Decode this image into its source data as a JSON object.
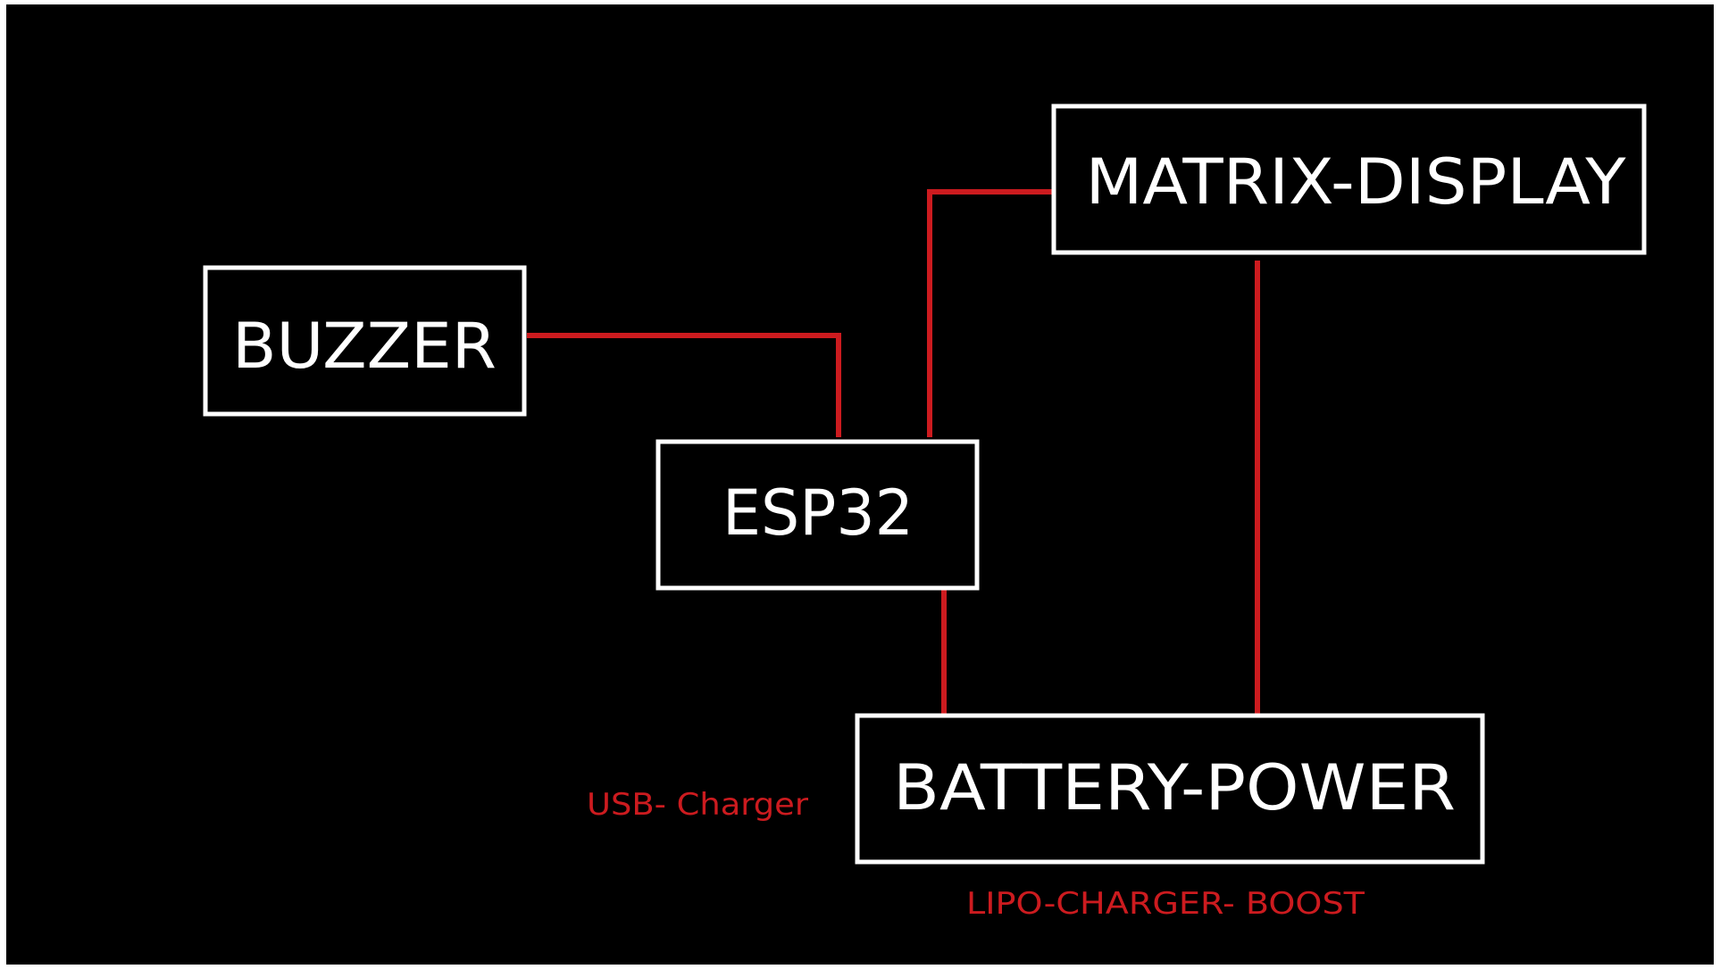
{
  "diagram": {
    "background_color": "#000000",
    "box_color": "#ffffff",
    "wire_color": "#cc1b1f",
    "nodes": {
      "buzzer": "BUZZER",
      "esp32": "ESP32",
      "matrix_display": "MATRIX-DISPLAY",
      "battery_power": "BATTERY-POWER"
    },
    "notes": {
      "usb_charger": "USB- Charger",
      "lipo_charger_boost": "LIPO-CHARGER- BOOST"
    },
    "connections": [
      {
        "from": "buzzer",
        "to": "esp32"
      },
      {
        "from": "esp32",
        "to": "matrix_display"
      },
      {
        "from": "esp32",
        "to": "battery_power"
      },
      {
        "from": "matrix_display",
        "to": "battery_power"
      }
    ]
  }
}
